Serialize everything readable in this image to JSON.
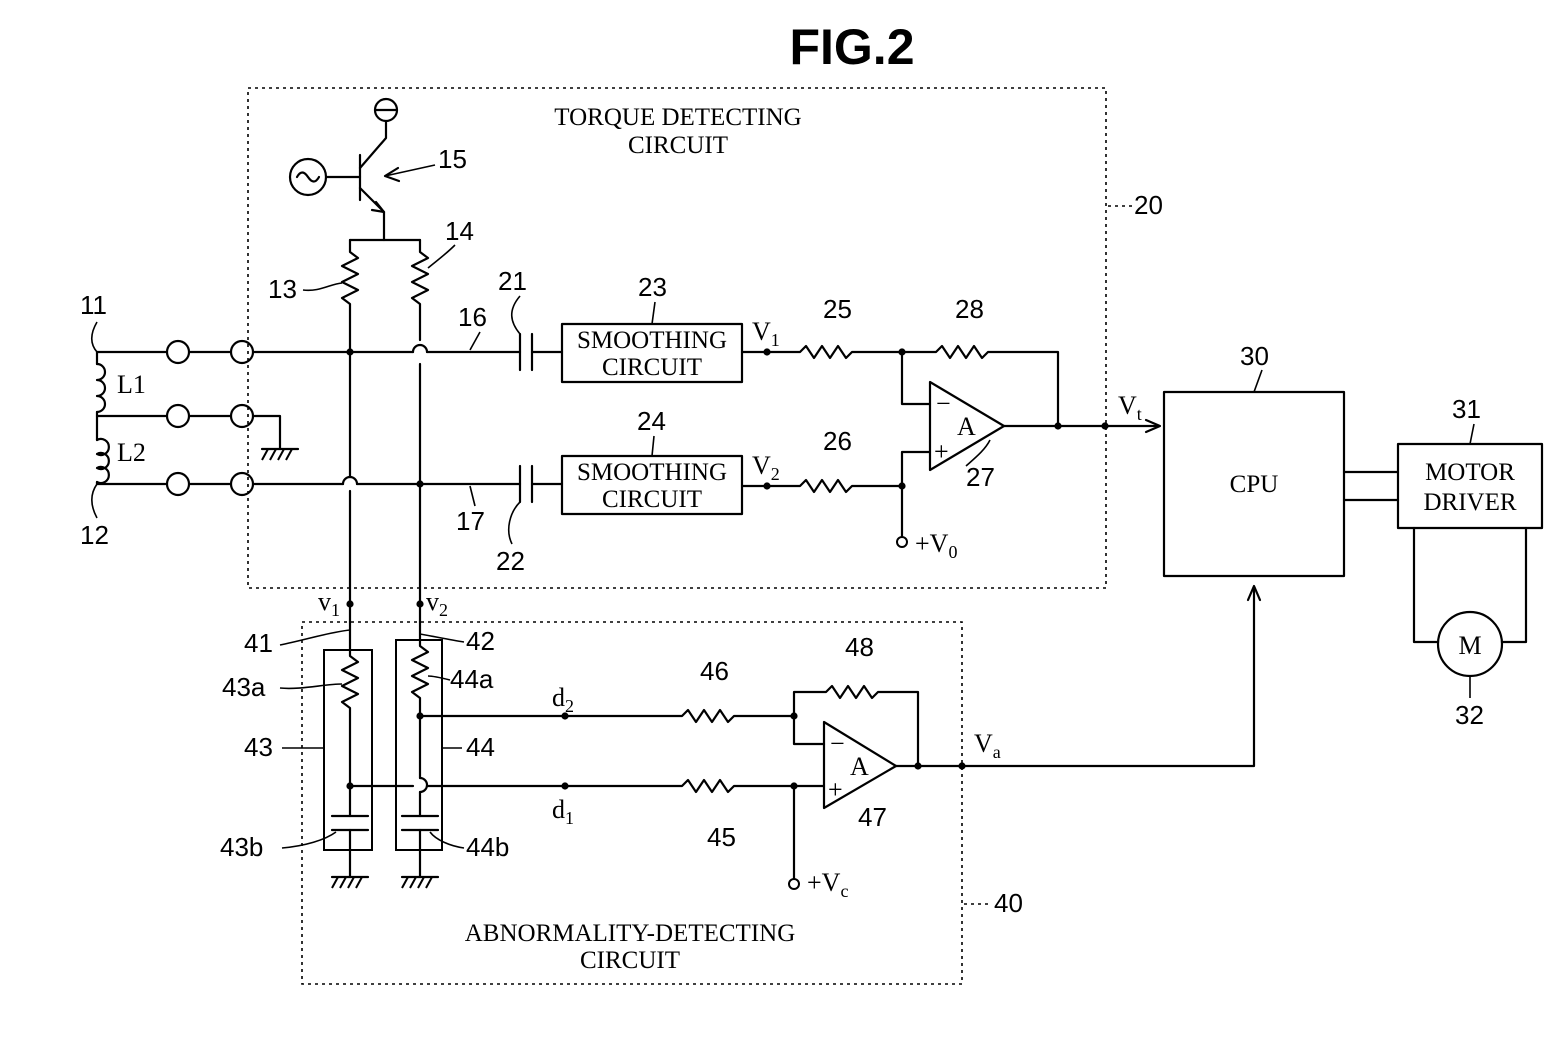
{
  "figure_title": "FIG.2",
  "blocks": {
    "torque_title_1": "TORQUE DETECTING",
    "torque_title_2": "CIRCUIT",
    "abn_title_1": "ABNORMALITY-DETECTING",
    "abn_title_2": "CIRCUIT",
    "smoothing_1": "SMOOTHING",
    "smoothing_2": "CIRCUIT",
    "cpu": "CPU",
    "motor_driver_1": "MOTOR",
    "motor_driver_2": "DRIVER",
    "motor": "M",
    "amp": "A"
  },
  "refs": {
    "r11": "11",
    "r12": "12",
    "r13": "13",
    "r14": "14",
    "r15": "15",
    "r16": "16",
    "r17": "17",
    "r20": "20",
    "r21": "21",
    "r22": "22",
    "r23": "23",
    "r24": "24",
    "r25": "25",
    "r26": "26",
    "r27": "27",
    "r28": "28",
    "r30": "30",
    "r31": "31",
    "r32": "32",
    "r40": "40",
    "r41": "41",
    "r42": "42",
    "r43": "43",
    "r43a": "43a",
    "r43b": "43b",
    "r44": "44",
    "r44a": "44a",
    "r44b": "44b",
    "r45": "45",
    "r46": "46",
    "r47": "47",
    "r48": "48"
  },
  "coils": {
    "l1": "L1",
    "l2": "L2"
  },
  "signals": {
    "V1": {
      "base": "V",
      "sub": "1"
    },
    "V2": {
      "base": "V",
      "sub": "2"
    },
    "Vt": {
      "base": "V",
      "sub": "t"
    },
    "Va": {
      "base": "V",
      "sub": "a"
    },
    "v1": {
      "base": "v",
      "sub": "1"
    },
    "v2": {
      "base": "v",
      "sub": "2"
    },
    "d1": {
      "base": "d",
      "sub": "1"
    },
    "d2": {
      "base": "d",
      "sub": "2"
    },
    "V0": {
      "base": "+V",
      "sub": "0"
    },
    "Vc": {
      "base": "+V",
      "sub": "c"
    }
  },
  "op_signs": {
    "minus": "−",
    "plus": "+"
  }
}
